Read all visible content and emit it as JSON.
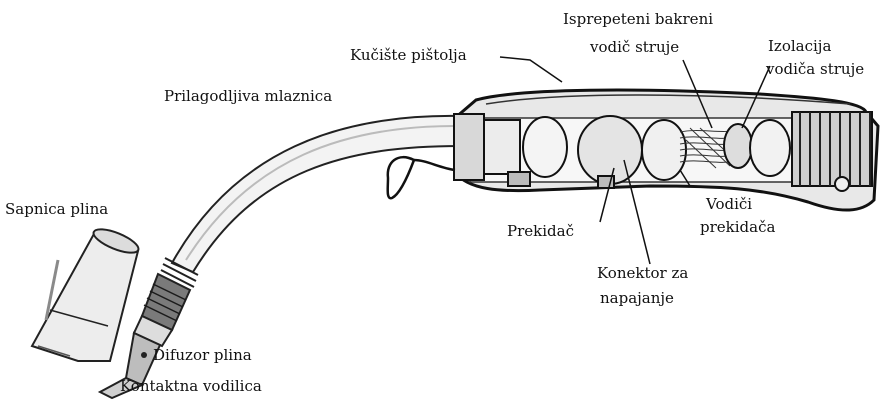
{
  "diagram": {
    "labels": {
      "kuciste": "Kučište pištolja",
      "bakreni_l1": "Isprepeteni bakreni",
      "bakreni_l2": "vodič struje",
      "izolacija_l1": "Izolacija",
      "izolacija_l2": "vodiča struje",
      "mlaznica": "Prilagodljiva mlaznica",
      "sapnica": "Sapnica plina",
      "prekidac": "Prekidač",
      "vodici_l1": "Vodiči",
      "vodici_l2": "prekidača",
      "konektor_l1": "Konektor za",
      "konektor_l2": "napajanje",
      "difuzor": "Difuzor plina",
      "kontaktna": "Kontaktna vodilica"
    }
  }
}
